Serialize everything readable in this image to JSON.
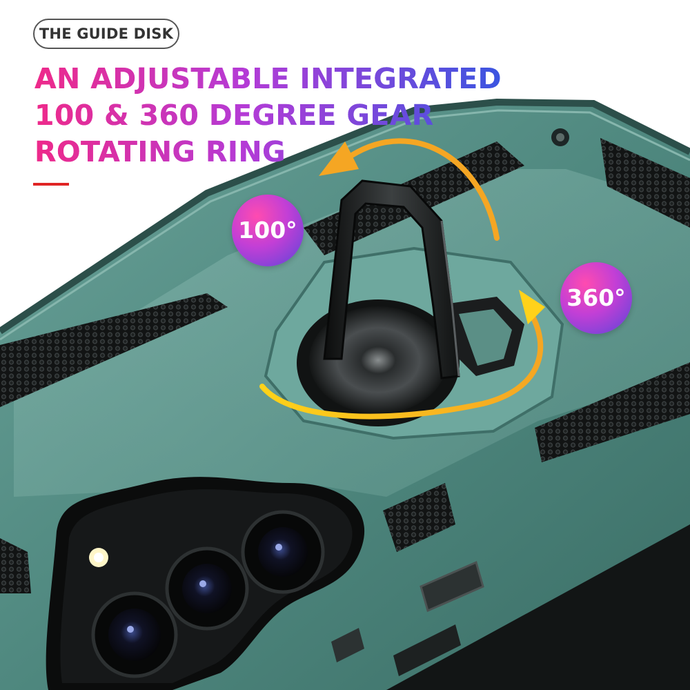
{
  "badge": {
    "label": "THE GUIDE DISK"
  },
  "headline": {
    "line1": "AN ADJUSTABLE INTEGRATED",
    "line2": "100 & 360 DEGREE GEAR",
    "line3": "ROTATING RING"
  },
  "labels": {
    "tilt_angle": "100°",
    "rotate_angle": "360°"
  },
  "colors": {
    "case_green": "#4a8178",
    "case_dark": "#2a514b",
    "ring_black": "#1b1d1e",
    "arrow_orange": "#f5a623",
    "arrow_yellow": "#ffd21a",
    "accent_red": "#e02424",
    "headline_pink": "#ee2a8a",
    "headline_blue": "#3a55e0"
  }
}
